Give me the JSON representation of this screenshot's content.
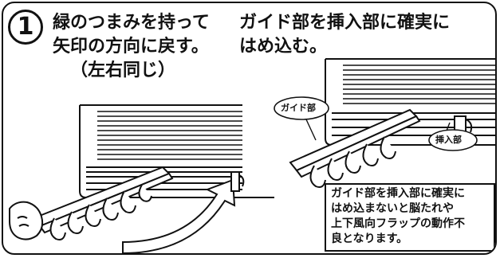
{
  "step": {
    "number": "1"
  },
  "instructions": {
    "left_line1": "緑のつまみを持って",
    "left_line2": "矢印の方向に戻す。",
    "left_line3": "（左右同じ）",
    "right_line1": "ガイド部を挿入部に確実に",
    "right_line2": "はめ込む。"
  },
  "labels": {
    "guide": "ガイド部",
    "insert": "挿入部"
  },
  "note": {
    "lines": [
      "ガイド部を挿入部に確実に",
      "はめ込まないと脳たれや",
      "上下風向フラップの動作不",
      "良となります。"
    ]
  }
}
